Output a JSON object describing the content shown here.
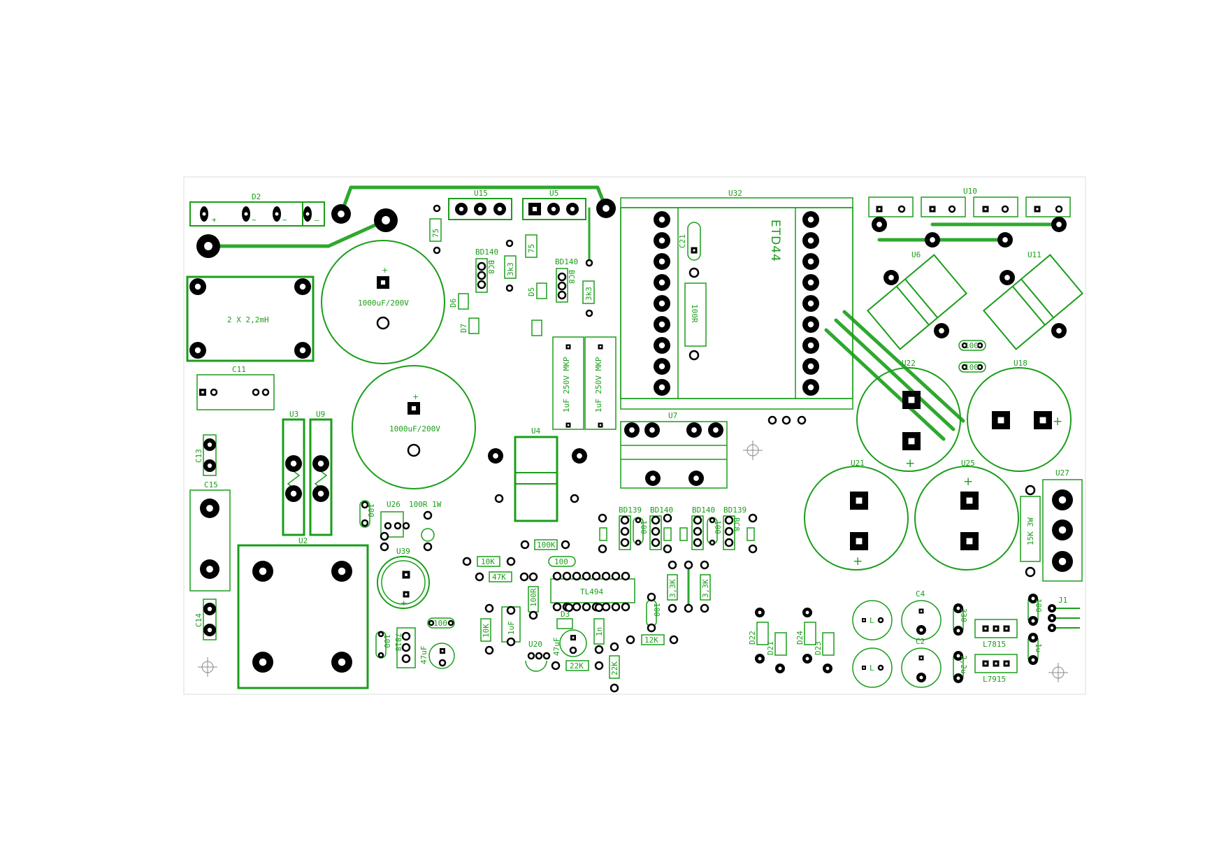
{
  "colors": {
    "silkscreen": "#1a9e1a",
    "copper": "#2ea82e",
    "pad": "#000000",
    "board_outline": "#dddddd"
  },
  "labels": {
    "D2": "D2",
    "U15": "U15",
    "U5": "U5",
    "U32": "U32",
    "U10": "U10",
    "U6": "U6",
    "U11": "U11",
    "U22": "U22",
    "U18": "U18",
    "U21": "U21",
    "U25": "U25",
    "U27": "U27",
    "U7": "U7",
    "U4": "U4",
    "U3": "U3",
    "U9": "U9",
    "U2": "U2",
    "U26": "U26",
    "U39": "U39",
    "U20": "U20",
    "C11": "C11",
    "C13": "C13",
    "C15": "C15",
    "C14": "C14",
    "C21": "C21",
    "C4": "C4",
    "C2": "C2",
    "J1": "J1",
    "D6": "D6",
    "D7": "D7",
    "D5": "D5",
    "D3": "D3",
    "D22": "D22",
    "D21": "D21",
    "D24": "D24",
    "D23": "D23",
    "inductor": "2 X 2,2mH",
    "cap_big": "1000uF/200V",
    "etd": "ETD44",
    "mkp": "1uF 250V MKP",
    "r100R": "100R",
    "r100R1W": "100R 1W",
    "r15K3W": "15K 3W",
    "r75": "75",
    "r3k3": "3k3",
    "r3_3K": "3,3K",
    "r100K": "100K",
    "r10K": "10K",
    "r47K": "47K",
    "r12K": "12K",
    "r22K": "22K",
    "r100": "100",
    "c1n": "1n",
    "c47uF": "47uF",
    "c1uF": "1uF",
    "c1u": "1u",
    "c330": "330",
    "c2_2u": "2,2u",
    "ic_tl494": "TL494",
    "bd140": "BD140",
    "bd139": "BD139",
    "bc": "BC8",
    "r7818": "7818",
    "l7815": "L7815",
    "l7915": "L7915",
    "plus": "+",
    "tilde": "~",
    "minus": "–",
    "L": "L"
  }
}
